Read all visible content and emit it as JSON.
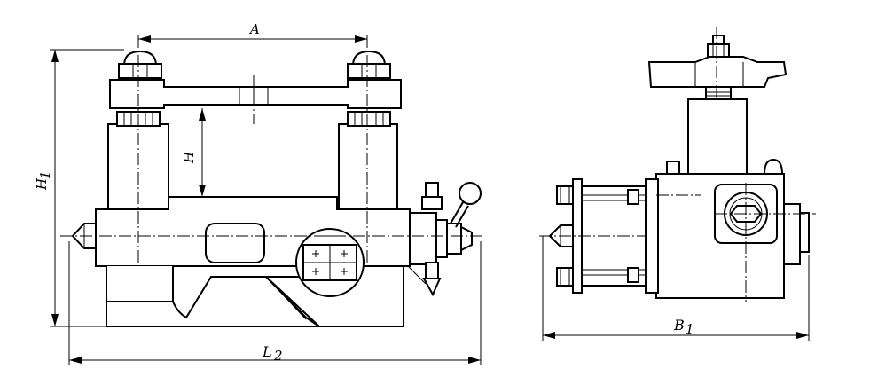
{
  "dimensions": {
    "A": "A",
    "H": "H",
    "H1": "H",
    "H1_sub": "1",
    "L2": "L",
    "L2_sub": "2",
    "B1": "B",
    "B1_sub": "1"
  },
  "colors": {
    "line": "#000000",
    "background": "#ffffff"
  }
}
